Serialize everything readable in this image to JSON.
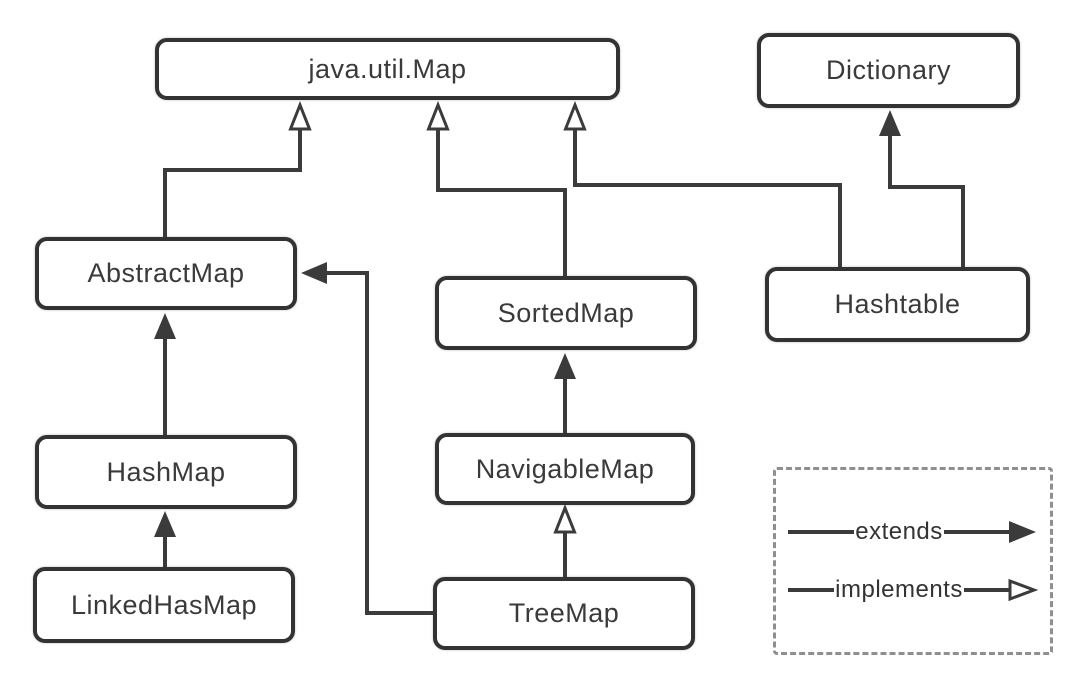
{
  "diagram": {
    "nodes": [
      {
        "id": "java-util-map",
        "label": "java.util.Map"
      },
      {
        "id": "dictionary",
        "label": "Dictionary"
      },
      {
        "id": "abstractmap",
        "label": "AbstractMap"
      },
      {
        "id": "sortedmap",
        "label": "SortedMap"
      },
      {
        "id": "hashtable",
        "label": "Hashtable"
      },
      {
        "id": "hashmap",
        "label": "HashMap"
      },
      {
        "id": "navigablemap",
        "label": "NavigableMap"
      },
      {
        "id": "linkedhasmap",
        "label": "LinkedHasMap"
      },
      {
        "id": "treemap",
        "label": "TreeMap"
      }
    ],
    "edges": [
      {
        "from": "AbstractMap",
        "to": "java.util.Map",
        "type": "implements"
      },
      {
        "from": "SortedMap",
        "to": "java.util.Map",
        "type": "implements"
      },
      {
        "from": "Hashtable",
        "to": "java.util.Map",
        "type": "implements"
      },
      {
        "from": "Hashtable",
        "to": "Dictionary",
        "type": "extends"
      },
      {
        "from": "HashMap",
        "to": "AbstractMap",
        "type": "extends"
      },
      {
        "from": "LinkedHasMap",
        "to": "HashMap",
        "type": "extends"
      },
      {
        "from": "NavigableMap",
        "to": "SortedMap",
        "type": "extends"
      },
      {
        "from": "TreeMap",
        "to": "NavigableMap",
        "type": "implements"
      },
      {
        "from": "TreeMap",
        "to": "AbstractMap",
        "type": "extends"
      }
    ],
    "legend": {
      "extends_label": "extends",
      "implements_label": "implements"
    },
    "colors": {
      "line": "#3b3b3b",
      "box_border": "#333333",
      "box_fill": "#ffffff",
      "text": "#3a3a3a",
      "legend_border": "#8f8f8f",
      "background": "#ffffff"
    }
  }
}
